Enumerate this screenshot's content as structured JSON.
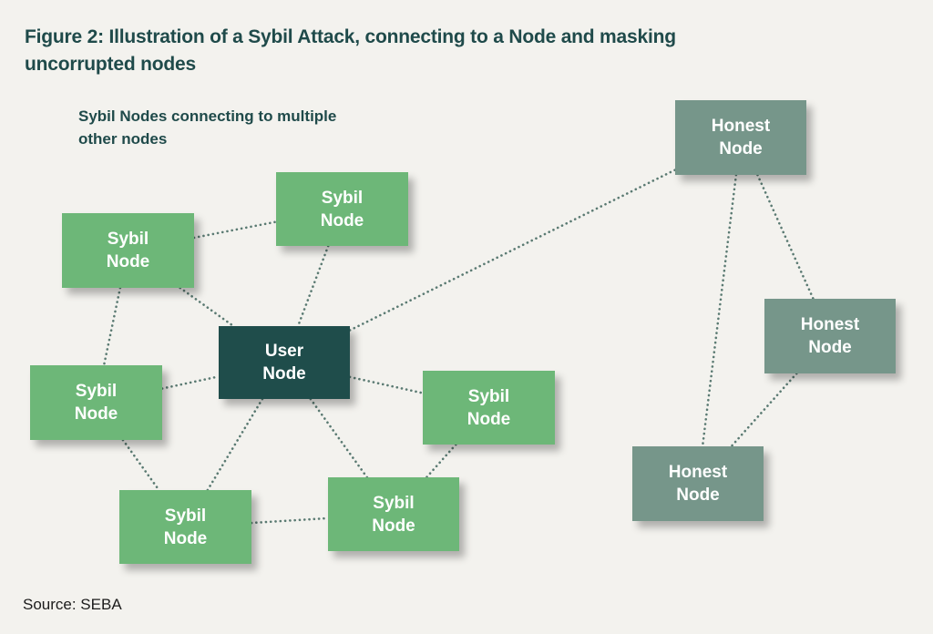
{
  "title": "Figure 2: Illustration of a Sybil Attack, connecting to a Node and masking uncorrupted nodes",
  "subtitle": "Sybil Nodes connecting to multiple other nodes",
  "source": "Source: SEBA",
  "colors": {
    "background": "#f3f2ee",
    "sybil": "#6db778",
    "user": "#1f4d4b",
    "honest": "#76968a",
    "edge": "#5a7a72",
    "title_text": "#1f4a4a"
  },
  "nodes": [
    {
      "id": "user",
      "type": "user",
      "label_line1": "User",
      "label_line2": "Node"
    },
    {
      "id": "sybil-1",
      "type": "sybil",
      "label_line1": "Sybil",
      "label_line2": "Node"
    },
    {
      "id": "sybil-2",
      "type": "sybil",
      "label_line1": "Sybil",
      "label_line2": "Node"
    },
    {
      "id": "sybil-3",
      "type": "sybil",
      "label_line1": "Sybil",
      "label_line2": "Node"
    },
    {
      "id": "sybil-4",
      "type": "sybil",
      "label_line1": "Sybil",
      "label_line2": "Node"
    },
    {
      "id": "sybil-5",
      "type": "sybil",
      "label_line1": "Sybil",
      "label_line2": "Node"
    },
    {
      "id": "sybil-6",
      "type": "sybil",
      "label_line1": "Sybil",
      "label_line2": "Node"
    },
    {
      "id": "honest-1",
      "type": "honest",
      "label_line1": "Honest",
      "label_line2": "Node"
    },
    {
      "id": "honest-2",
      "type": "honest",
      "label_line1": "Honest",
      "label_line2": "Node"
    },
    {
      "id": "honest-3",
      "type": "honest",
      "label_line1": "Honest",
      "label_line2": "Node"
    }
  ],
  "edges": [
    [
      "sybil-1",
      "sybil-2"
    ],
    [
      "sybil-1",
      "user"
    ],
    [
      "sybil-1",
      "sybil-3"
    ],
    [
      "sybil-2",
      "user"
    ],
    [
      "sybil-3",
      "user"
    ],
    [
      "sybil-3",
      "sybil-5"
    ],
    [
      "user",
      "sybil-4"
    ],
    [
      "user",
      "sybil-5"
    ],
    [
      "user",
      "sybil-6"
    ],
    [
      "sybil-5",
      "sybil-6"
    ],
    [
      "sybil-4",
      "sybil-6"
    ],
    [
      "user",
      "honest-1"
    ],
    [
      "honest-1",
      "honest-2"
    ],
    [
      "honest-1",
      "honest-3"
    ],
    [
      "honest-2",
      "honest-3"
    ]
  ]
}
